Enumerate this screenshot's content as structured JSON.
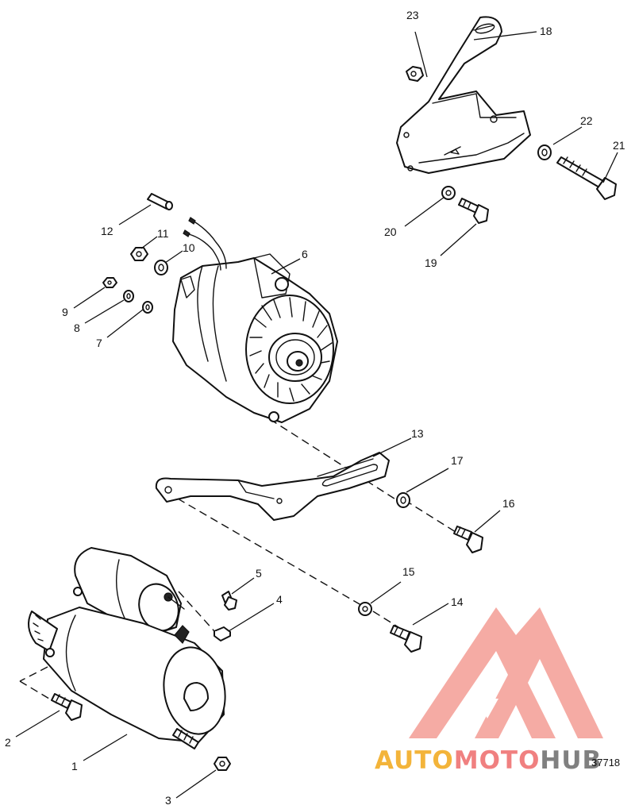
{
  "figure_number": "37718",
  "watermark": {
    "text_auto": "AUTO",
    "text_moto": "MOTO",
    "text_hub": "HUB",
    "colors": {
      "auto": "#f3b43a",
      "moto": "#f08080",
      "hub": "#808080",
      "logo": "#f4a29a"
    }
  },
  "callouts": [
    {
      "id": "c1",
      "label": "1"
    },
    {
      "id": "c2",
      "label": "2"
    },
    {
      "id": "c3",
      "label": "3"
    },
    {
      "id": "c4",
      "label": "4"
    },
    {
      "id": "c5",
      "label": "5"
    },
    {
      "id": "c6",
      "label": "6"
    },
    {
      "id": "c7",
      "label": "7"
    },
    {
      "id": "c8",
      "label": "8"
    },
    {
      "id": "c9",
      "label": "9"
    },
    {
      "id": "c10",
      "label": "10"
    },
    {
      "id": "c11",
      "label": "11"
    },
    {
      "id": "c12",
      "label": "12"
    },
    {
      "id": "c13",
      "label": "13"
    },
    {
      "id": "c14",
      "label": "14"
    },
    {
      "id": "c15",
      "label": "15"
    },
    {
      "id": "c16",
      "label": "16"
    },
    {
      "id": "c17",
      "label": "17"
    },
    {
      "id": "c18",
      "label": "18"
    },
    {
      "id": "c19",
      "label": "19"
    },
    {
      "id": "c20",
      "label": "20"
    },
    {
      "id": "c21",
      "label": "21"
    },
    {
      "id": "c22",
      "label": "22"
    },
    {
      "id": "c23",
      "label": "23"
    }
  ]
}
